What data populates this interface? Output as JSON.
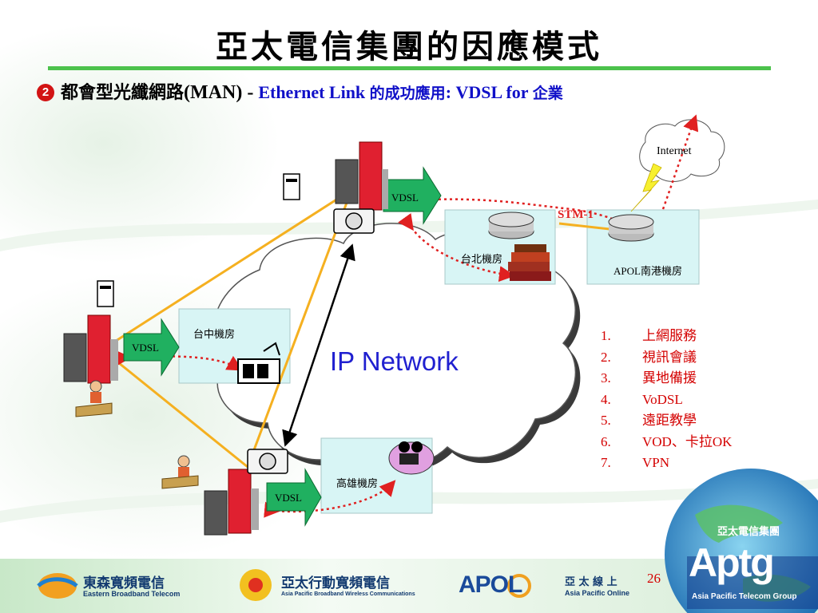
{
  "slide": {
    "title": "亞太電信集團的因應模式",
    "subtitle": {
      "bullet": "2",
      "part_cn": "都會型光纖網路",
      "part_abbr": "(MAN) - ",
      "part_eth": "Ethernet Link ",
      "part_cn2": "的成功應用",
      "part_vdsl": ": VDSL for ",
      "part_cn3": "企業"
    },
    "page_number": "26"
  },
  "diagram": {
    "cloud_label": "IP Network",
    "internet_label": "Internet",
    "stm_label": "STM-1",
    "rooms": {
      "taipei": "台北機房",
      "apol": "APOL南港機房",
      "taichung": "台中機房",
      "kaohsiung": "高雄機房"
    },
    "vdsl_labels": [
      "VDSL",
      "VDSL",
      "VDSL"
    ]
  },
  "services": [
    {
      "num": "1.",
      "label": "上網服務"
    },
    {
      "num": "2.",
      "label": "視訊會議"
    },
    {
      "num": "3.",
      "label": "異地備援"
    },
    {
      "num": "4.",
      "label": "VoDSL"
    },
    {
      "num": "5.",
      "label": "遠距教學"
    },
    {
      "num": "6.",
      "label": "VOD、卡拉OK"
    },
    {
      "num": "7.",
      "label": "VPN"
    }
  ],
  "footer": {
    "logo1_cn": "東森寬頻電信",
    "logo1_en": "Eastern Broadband Telecom",
    "logo2_cn": "亞太行動寬頻電信",
    "logo2_en": "Asia Pacific Broadband Wireless Communications",
    "logo3_mark": "APOL",
    "logo3_cn": "亞 太 線 上",
    "logo3_en": "Asia Pacific Online",
    "aptg_cn": "亞太電信集團",
    "aptg_mark": "Aptg",
    "aptg_en": "Asia Pacific Telecom Group"
  },
  "colors": {
    "title_rule": "#4cc24c",
    "cloud_outline": "#555555",
    "room_box": "#d8f5f5",
    "arrow_green": "#20b060",
    "link_yellow": "#f5b020",
    "dotted_red": "#e02020",
    "services_red": "#d40000",
    "subtitle_blue": "#1010c8"
  }
}
